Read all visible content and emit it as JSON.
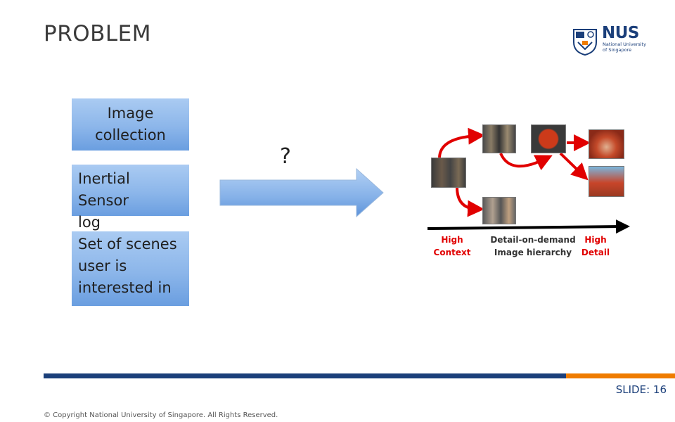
{
  "slide": {
    "title": "PROBLEM",
    "slide_label": "SLIDE: 16",
    "copyright": "© Copyright National University of Singapore. All Rights Reserved."
  },
  "logo": {
    "name": "NUS",
    "subtitle_line1": "National University",
    "subtitle_line2": "of Singapore"
  },
  "inputs": [
    {
      "text": "Image collection"
    },
    {
      "text": "Inertial Sensor log"
    },
    {
      "text": "Set of scenes user is interested in"
    }
  ],
  "transform": {
    "question": "?"
  },
  "hierarchy": {
    "axis_left": "High Context",
    "axis_middle": "Detail-on-demand Image hierarchy",
    "axis_right": "High Detail"
  },
  "colors": {
    "brand_blue": "#1b3f7a",
    "brand_orange": "#ef7c00",
    "arrow_red": "#e10000",
    "box_blue": "#8cb6ea"
  }
}
